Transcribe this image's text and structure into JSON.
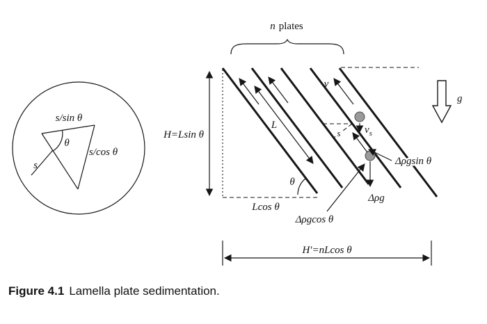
{
  "figure": {
    "caption_label": "Figure 4.1",
    "caption_text": "Lamella plate sedimentation."
  },
  "inset": {
    "s_over_sin": "s/sin θ",
    "theta": "θ",
    "s_over_cos": "s/cos θ",
    "s": "s"
  },
  "diagram": {
    "n": "n",
    "plates": "plates",
    "v": "v",
    "g": "g",
    "H": "H=Lsin θ",
    "L": "L",
    "s": "s",
    "theta": "θ",
    "L_cos": "Lcos θ",
    "H_prime": "H'=nLcos θ",
    "v_s_main": "v",
    "v_s_sub": "s",
    "force_sin": "Δρgsin θ",
    "force_g": "Δρg",
    "force_cos": "Δρgcos θ"
  },
  "colors": {
    "ink": "#161616",
    "particle_fill": "#9a9a9a",
    "background": "#ffffff"
  }
}
